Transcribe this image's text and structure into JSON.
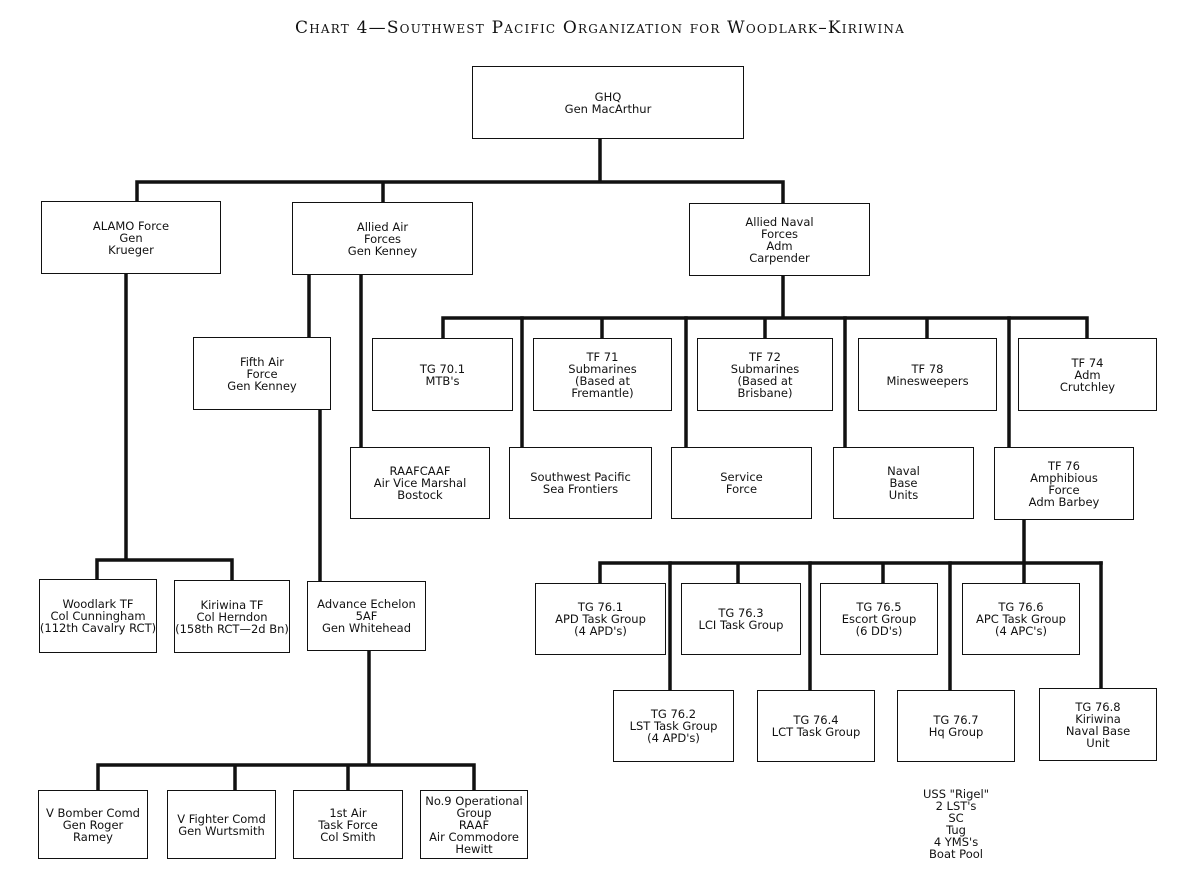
{
  "title": "Chart 4—Southwest Pacific Organization for Woodlark–Kiriwina",
  "nodes": {
    "ghq": [
      "GHQ",
      "Gen MacArthur"
    ],
    "alamo": [
      "ALAMO Force",
      "Gen",
      "Krueger"
    ],
    "allied_air": [
      "Allied Air",
      "Forces",
      "Gen Kenney"
    ],
    "allied_naval": [
      "Allied Naval",
      "Forces",
      "Adm",
      "Carpender"
    ],
    "fifth_air": [
      "Fifth Air",
      "Force",
      "Gen Kenney"
    ],
    "tg701": [
      "TG 70.1",
      "MTB's"
    ],
    "tf71": [
      "TF 71",
      "Submarines",
      "(Based at",
      "Fremantle)"
    ],
    "tf72": [
      "TF 72",
      "Submarines",
      "(Based at",
      "Brisbane)"
    ],
    "tf78": [
      "TF 78",
      "Minesweepers"
    ],
    "tf74": [
      "TF 74",
      "Adm",
      "Crutchley"
    ],
    "raafcaaf": [
      "RAAFCAAF",
      "Air Vice Marshal",
      "Bostock"
    ],
    "swpsf": [
      "Southwest Pacific",
      "Sea Frontiers"
    ],
    "service": [
      "Service",
      "Force"
    ],
    "naval_base": [
      "Naval",
      "Base",
      "Units"
    ],
    "tf76": [
      "TF 76",
      "Amphibious",
      "Force",
      "Adm Barbey"
    ],
    "woodlark": [
      "Woodlark TF",
      "Col Cunningham",
      "(112th Cavalry RCT)"
    ],
    "kiriwina": [
      "Kiriwina TF",
      "Col Herndon",
      "(158th RCT—2d Bn)"
    ],
    "adv_echelon": [
      "Advance Echelon",
      "5AF",
      "Gen Whitehead"
    ],
    "tg761": [
      "TG 76.1",
      "APD Task Group",
      "(4 APD's)"
    ],
    "tg763": [
      "TG 76.3",
      "LCI Task Group"
    ],
    "tg765": [
      "TG 76.5",
      "Escort Group",
      "(6 DD's)"
    ],
    "tg766": [
      "TG 76.6",
      "APC Task Group",
      "(4 APC's)"
    ],
    "tg762": [
      "TG 76.2",
      "LST Task Group",
      "(4 APD's)"
    ],
    "tg764": [
      "TG 76.4",
      "LCT Task Group"
    ],
    "tg767": [
      "TG 76.7",
      "Hq Group"
    ],
    "tg768": [
      "TG 76.8",
      "Kiriwina",
      "Naval Base",
      "Unit"
    ],
    "v_bomber": [
      "V Bomber Comd",
      "Gen Roger",
      "Ramey"
    ],
    "v_fighter": [
      "V Fighter Comd",
      "Gen Wurtsmith"
    ],
    "first_air": [
      "1st Air",
      "Task Force",
      "Col Smith"
    ],
    "no9": [
      "No.9 Operational",
      "Group",
      "RAAF",
      "Air Commodore",
      "Hewitt"
    ]
  },
  "note": [
    "USS \"Rigel\"",
    "2 LST's",
    "SC",
    "Tug",
    "4 YMS's",
    "Boat Pool"
  ]
}
